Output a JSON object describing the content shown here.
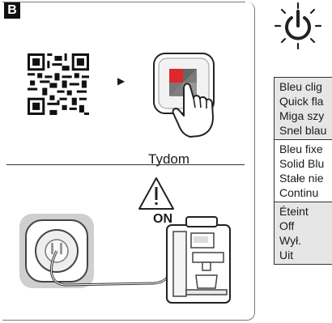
{
  "panel": {
    "badge": "B",
    "app_label": "Tydom",
    "warning_label": "ON"
  },
  "table": {
    "rows": [
      {
        "lines": [
          "Bleu clig",
          "Quick fla",
          "Miga szy",
          "Snel blau"
        ],
        "bg": "#e6e6e6"
      },
      {
        "lines": [
          "Bleu fixe",
          "Solid Blu",
          "Stałe nie",
          "Continu"
        ],
        "bg": "#ffffff"
      },
      {
        "lines": [
          "Éteint",
          "Off",
          "Wył.",
          "Uit"
        ],
        "bg": "#e6e6e6"
      }
    ]
  },
  "colors": {
    "accent": "#111111",
    "border": "#7a7a7a",
    "table_grey": "#e6e6e6"
  }
}
